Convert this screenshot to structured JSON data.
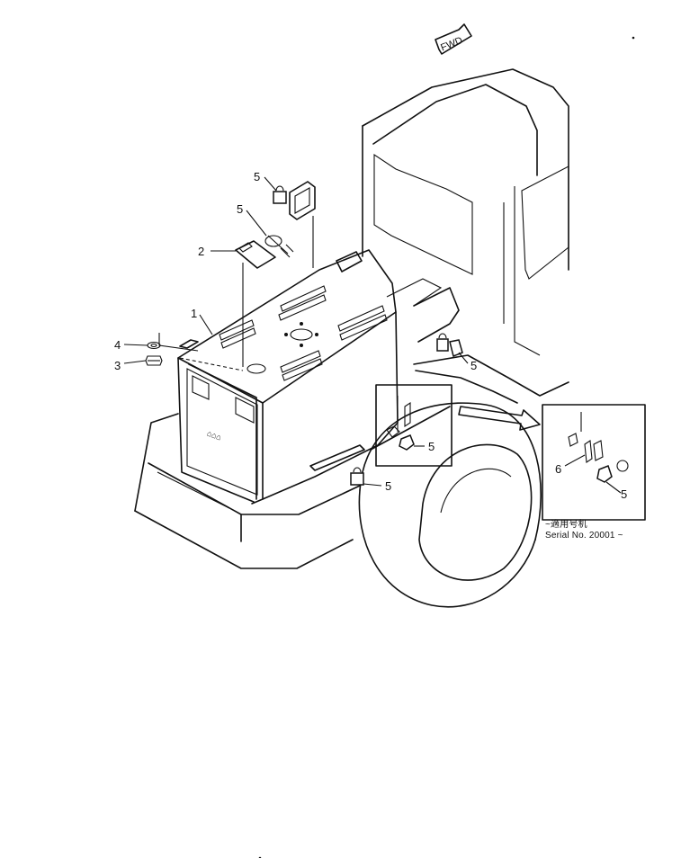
{
  "fwd_label": "FWD",
  "callouts": {
    "c1": "1",
    "c2": "2",
    "c3": "3",
    "c4": "4",
    "c5_top": "5",
    "c5_lock": "5",
    "c5_fender": "5",
    "c5_detail": "5",
    "c5_side": "5",
    "c5_inset": "5",
    "c6": "6"
  },
  "inset": {
    "serial_header": "~適用号机",
    "serial_text": "Serial No. 20001 ~"
  }
}
